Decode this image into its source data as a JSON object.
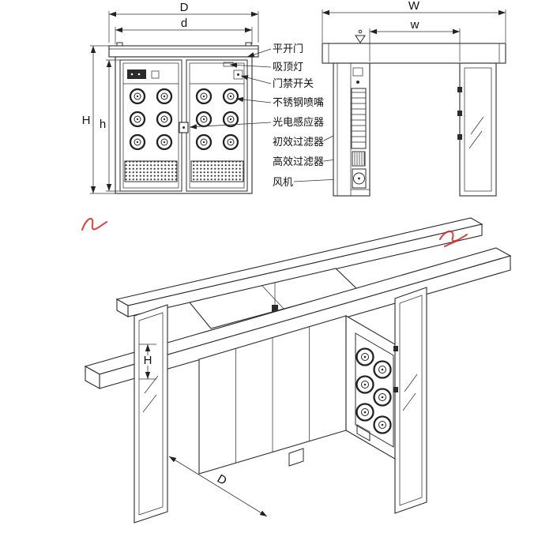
{
  "labels": {
    "swing_door": "平开门",
    "ceiling_lamp": "吸顶灯",
    "access_switch": "门禁开关",
    "ss_nozzle": "不锈钢喷嘴",
    "photo_sensor": "光电感应器",
    "primary_filter": "初效过滤器",
    "hepa_filter": "高效过滤器",
    "fan": "风机"
  },
  "dims": {
    "D": "D",
    "d": "d",
    "H": "H",
    "h": "h",
    "W": "W",
    "w": "w"
  },
  "colors": {
    "line": "#2b2b2b",
    "red_mark": "#c23434",
    "background": "#ffffff"
  }
}
